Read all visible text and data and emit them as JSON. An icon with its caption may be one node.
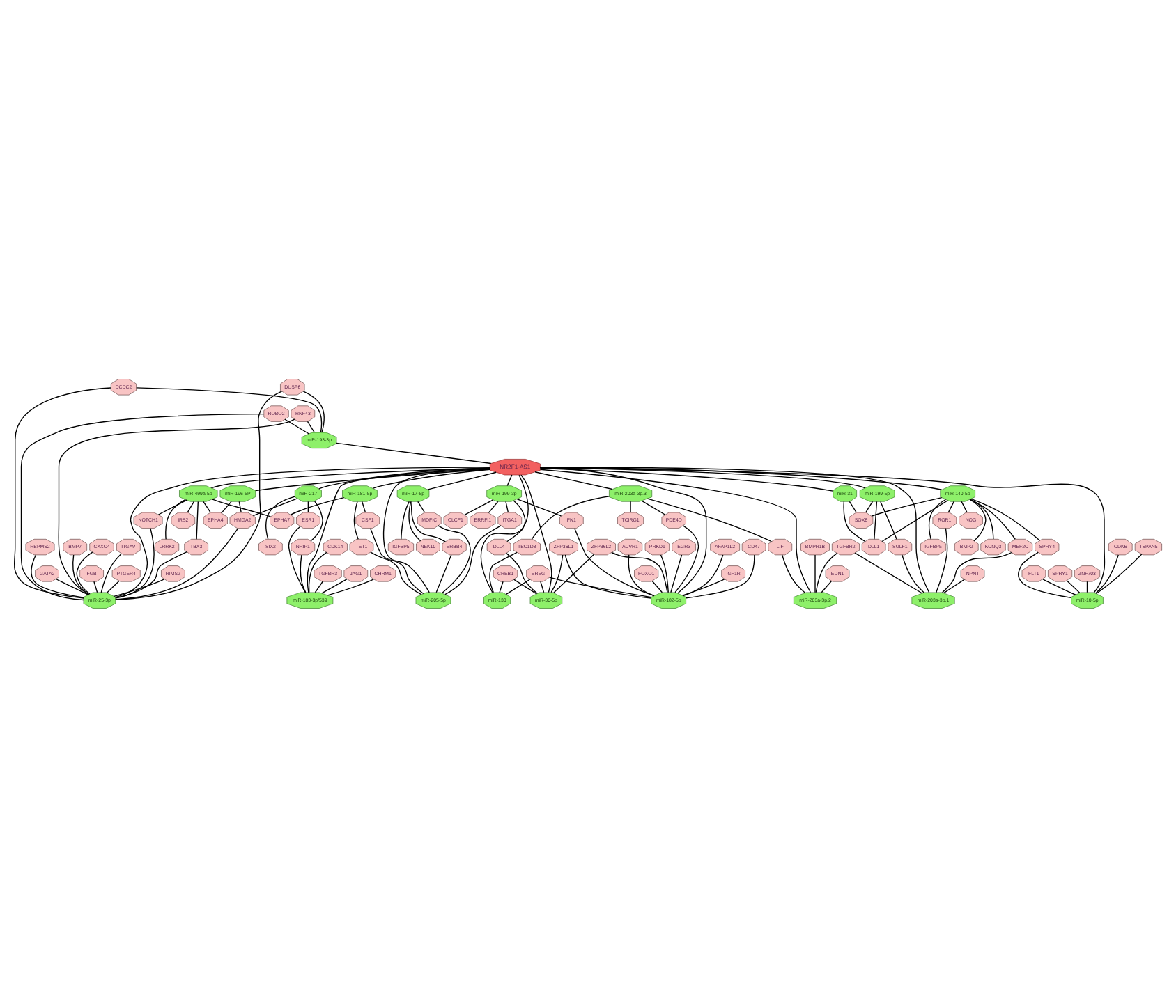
{
  "diagram": {
    "nodes": [
      {
        "text": [
          "NR2F1-AS1"
        ]
      },
      {
        "text": [
          "miR-25-3p"
        ]
      },
      {
        "text": [
          "miR-499a-5p"
        ]
      },
      {
        "text": [
          "miR-205-5p"
        ]
      },
      {
        "text": [
          "miR-199-3p"
        ]
      },
      {
        "text": [
          "miR-182-5p"
        ]
      },
      {
        "text": [
          "miR-181-5p"
        ]
      },
      {
        "text": [
          "miR-193-3p"
        ]
      },
      {
        "text": [
          "miR-17-5p"
        ]
      },
      {
        "text": [
          "miR-30-5p"
        ]
      },
      {
        "text": [
          "miR-196-5P"
        ]
      },
      {
        "text": [
          "miR-130"
        ]
      },
      {
        "text": [
          "miR-217"
        ]
      },
      {
        "text": [
          "miR-103-3p/539"
        ]
      },
      {
        "text": [
          "miR-203a-3p.3"
        ]
      },
      {
        "text": [
          "miR-203a-3p.2"
        ]
      },
      {
        "text": [
          "miR-199-5p"
        ]
      },
      {
        "text": [
          "miR-10-5p"
        ]
      },
      {
        "text": [
          "miR-31"
        ]
      },
      {
        "text": [
          "miR-203a-3p.1"
        ]
      },
      {
        "text": [
          "miR-140-5p"
        ]
      },
      {
        "text": [
          "ERRFI1"
        ]
      },
      {
        "text": [
          "DLL4"
        ]
      },
      {
        "text": [
          "NEK10"
        ]
      },
      {
        "text": [
          "PTGER4"
        ]
      },
      {
        "text": [
          "NOTCH1"
        ]
      },
      {
        "text": [
          "RBPMS2"
        ]
      },
      {
        "text": [
          "IGFBP5"
        ]
      },
      {
        "text": [
          "ITGA1"
        ]
      },
      {
        "text": [
          "CLCF1"
        ]
      },
      {
        "text": [
          "AFAP1L2"
        ]
      },
      {
        "text": [
          "LRRK2"
        ]
      },
      {
        "text": [
          "GATA2"
        ]
      },
      {
        "text": [
          "FN1"
        ]
      },
      {
        "text": [
          "TET1"
        ]
      },
      {
        "text": [
          "TBX3"
        ]
      },
      {
        "text": [
          "EPHA7"
        ]
      },
      {
        "text": [
          "MDFIC"
        ]
      },
      {
        "text": [
          "BMP7"
        ]
      },
      {
        "text": [
          "CXXC4"
        ]
      },
      {
        "text": [
          "CSF1"
        ]
      },
      {
        "text": [
          "IGF1R"
        ]
      },
      {
        "text": [
          "CD47"
        ]
      },
      {
        "text": [
          "ACVR1"
        ]
      },
      {
        "text": [
          "IRS2"
        ]
      },
      {
        "text": [
          "FGB"
        ]
      },
      {
        "text": [
          "ITGAV"
        ]
      },
      {
        "text": [
          "DCDC2"
        ]
      },
      {
        "text": [
          "ROBO2"
        ]
      },
      {
        "text": [
          "FOXO1"
        ]
      },
      {
        "text": [
          "ZFP36L1"
        ]
      },
      {
        "text": [
          "ERBB4"
        ]
      },
      {
        "text": [
          "EPHA4"
        ]
      },
      {
        "text": [
          "RIMS2"
        ]
      },
      {
        "text": [
          "PRKD1"
        ]
      },
      {
        "text": [
          "ZFP36L2"
        ]
      },
      {
        "text": [
          "RNF43"
        ]
      },
      {
        "text": [
          "EREG"
        ]
      },
      {
        "text": [
          "EGR3"
        ]
      },
      {
        "text": [
          "DUSP6"
        ]
      },
      {
        "text": [
          "CREB1"
        ]
      },
      {
        "text": [
          "HMGA2"
        ]
      },
      {
        "text": [
          "TBC1D8"
        ]
      },
      {
        "text": [
          "LIF"
        ]
      },
      {
        "text": [
          "PDE4D"
        ]
      },
      {
        "text": [
          "TCIRG1"
        ]
      },
      {
        "text": [
          "NRIP1"
        ]
      },
      {
        "text": [
          "SIX2"
        ]
      },
      {
        "text": [
          "TGFBR3"
        ]
      },
      {
        "text": [
          "FLT1"
        ]
      },
      {
        "text": [
          "TGFBR2"
        ]
      },
      {
        "text": [
          "BMPR1B"
        ]
      },
      {
        "text": [
          "ESR1"
        ]
      },
      {
        "text": [
          "JAG1"
        ]
      },
      {
        "text": [
          "SPRY4"
        ]
      },
      {
        "text": [
          "DLL1"
        ]
      },
      {
        "text": [
          "NPNT"
        ]
      },
      {
        "text": [
          "EDN1"
        ]
      },
      {
        "text": [
          "CDK14"
        ]
      },
      {
        "text": [
          "CDK6"
        ]
      },
      {
        "text": [
          "SOX6"
        ]
      },
      {
        "text": [
          "ROR1"
        ]
      },
      {
        "text": [
          "SULF1"
        ]
      },
      {
        "text": [
          "MEF2C"
        ]
      },
      {
        "text": [
          "CHRM1"
        ]
      },
      {
        "text": [
          "SPRY1"
        ]
      },
      {
        "text": [
          "TSPAN5"
        ]
      },
      {
        "text": [
          "BMP2"
        ]
      },
      {
        "text": [
          "ZNF703"
        ]
      },
      {
        "text": [
          "NOG"
        ]
      },
      {
        "text": [
          "KCNQ3"
        ]
      },
      {
        "text": [
          "IGFBP5"
        ]
      }
    ],
    "edges": [
      {
        "from": 1,
        "to": 0,
        "arrow": "none"
      },
      {
        "from": 2,
        "to": 0,
        "arrow": "none"
      },
      {
        "from": 3,
        "to": 0,
        "arrow": "none"
      },
      {
        "from": 4,
        "to": 0,
        "arrow": "none"
      },
      {
        "from": 5,
        "to": 0,
        "arrow": "none"
      },
      {
        "from": 6,
        "to": 0,
        "arrow": "none"
      },
      {
        "from": 7,
        "to": 0,
        "arrow": "none"
      },
      {
        "from": 8,
        "to": 0,
        "arrow": "none"
      },
      {
        "from": 9,
        "to": 0,
        "arrow": "none"
      },
      {
        "from": 10,
        "to": 0,
        "arrow": "none"
      },
      {
        "from": 11,
        "to": 0,
        "arrow": "none"
      },
      {
        "from": 12,
        "to": 0,
        "arrow": "none"
      },
      {
        "from": 13,
        "to": 0,
        "arrow": "none"
      },
      {
        "from": 14,
        "to": 0,
        "arrow": "none"
      },
      {
        "from": 15,
        "to": 0,
        "arrow": "none"
      },
      {
        "from": 16,
        "to": 0,
        "arrow": "none"
      },
      {
        "from": 17,
        "to": 0,
        "arrow": "none"
      },
      {
        "from": 18,
        "to": 0,
        "arrow": "none"
      },
      {
        "from": 19,
        "to": 0,
        "arrow": "none"
      },
      {
        "from": 20,
        "to": 0,
        "arrow": "none"
      },
      {
        "from": 1,
        "to": 45,
        "arrow": "none"
      },
      {
        "from": 1,
        "to": 46,
        "arrow": "none"
      },
      {
        "from": 1,
        "to": 39,
        "arrow": "none"
      },
      {
        "from": 1,
        "to": 26,
        "arrow": "none"
      },
      {
        "from": 1,
        "to": 24,
        "arrow": "none"
      },
      {
        "from": 1,
        "to": 32,
        "arrow": "none"
      },
      {
        "from": 1,
        "to": 25,
        "arrow": "none"
      },
      {
        "from": 1,
        "to": 38,
        "arrow": "none"
      },
      {
        "from": 1,
        "to": 35,
        "arrow": "none"
      },
      {
        "from": 1,
        "to": 47,
        "arrow": "none"
      },
      {
        "from": 1,
        "to": 48,
        "arrow": "none"
      },
      {
        "from": 1,
        "to": 53,
        "arrow": "none"
      },
      {
        "from": 1,
        "to": 59,
        "arrow": "none"
      },
      {
        "from": 1,
        "to": 56,
        "arrow": "none"
      },
      {
        "from": 1,
        "to": 61,
        "arrow": "none"
      },
      {
        "from": 5,
        "to": 33,
        "arrow": "none"
      },
      {
        "from": 5,
        "to": 42,
        "arrow": "none"
      },
      {
        "from": 5,
        "to": 49,
        "arrow": "none"
      },
      {
        "from": 5,
        "to": 54,
        "arrow": "none"
      },
      {
        "from": 5,
        "to": 58,
        "arrow": "none"
      },
      {
        "from": 5,
        "to": 41,
        "arrow": "none"
      },
      {
        "from": 5,
        "to": 43,
        "arrow": "none"
      },
      {
        "from": 5,
        "to": 30,
        "arrow": "none"
      },
      {
        "from": 5,
        "to": 50,
        "arrow": "none"
      },
      {
        "from": 5,
        "to": 55,
        "arrow": "none"
      },
      {
        "from": 5,
        "to": 57,
        "arrow": "none"
      },
      {
        "from": 5,
        "to": 64,
        "arrow": "none"
      },
      {
        "from": 4,
        "to": 21,
        "arrow": "none"
      },
      {
        "from": 4,
        "to": 22,
        "arrow": "none"
      },
      {
        "from": 4,
        "to": 29,
        "arrow": "none"
      },
      {
        "from": 4,
        "to": 28,
        "arrow": "none"
      },
      {
        "from": 4,
        "to": 33,
        "arrow": "none"
      },
      {
        "from": 20,
        "to": 89,
        "arrow": "none"
      },
      {
        "from": 20,
        "to": 91,
        "arrow": "none"
      },
      {
        "from": 20,
        "to": 90,
        "arrow": "none"
      },
      {
        "from": 20,
        "to": 87,
        "arrow": "none"
      },
      {
        "from": 20,
        "to": 83,
        "arrow": "none"
      },
      {
        "from": 20,
        "to": 81,
        "arrow": "none"
      },
      {
        "from": 20,
        "to": 75,
        "arrow": "none"
      },
      {
        "from": 20,
        "to": 80,
        "arrow": "none"
      },
      {
        "from": 20,
        "to": 74,
        "arrow": "none"
      },
      {
        "from": 12,
        "to": 61,
        "arrow": "none"
      },
      {
        "from": 12,
        "to": 66,
        "arrow": "none"
      },
      {
        "from": 12,
        "to": 67,
        "arrow": "none"
      },
      {
        "from": 12,
        "to": 72,
        "arrow": "none"
      },
      {
        "from": 13,
        "to": 72,
        "arrow": "none"
      },
      {
        "from": 13,
        "to": 73,
        "arrow": "none"
      },
      {
        "from": 13,
        "to": 78,
        "arrow": "none"
      },
      {
        "from": 13,
        "to": 68,
        "arrow": "none"
      },
      {
        "from": 13,
        "to": 84,
        "arrow": "none"
      },
      {
        "from": 13,
        "to": 66,
        "arrow": "none"
      },
      {
        "from": 17,
        "to": 69,
        "arrow": "none"
      },
      {
        "from": 17,
        "to": 79,
        "arrow": "none"
      },
      {
        "from": 17,
        "to": 86,
        "arrow": "none"
      },
      {
        "from": 17,
        "to": 85,
        "arrow": "none"
      },
      {
        "from": 17,
        "to": 88,
        "arrow": "none"
      },
      {
        "from": 17,
        "to": 74,
        "arrow": "none"
      },
      {
        "from": 2,
        "to": 31,
        "arrow": "none"
      },
      {
        "from": 2,
        "to": 36,
        "arrow": "none"
      },
      {
        "from": 2,
        "to": 44,
        "arrow": "none"
      },
      {
        "from": 2,
        "to": 35,
        "arrow": "none"
      },
      {
        "from": 2,
        "to": 25,
        "arrow": "none"
      },
      {
        "from": 2,
        "to": 52,
        "arrow": "none"
      },
      {
        "from": 3,
        "to": 34,
        "arrow": "none"
      },
      {
        "from": 3,
        "to": 28,
        "arrow": "none"
      },
      {
        "from": 3,
        "to": 40,
        "arrow": "none"
      },
      {
        "from": 3,
        "to": 51,
        "arrow": "none"
      },
      {
        "from": 3,
        "to": 37,
        "arrow": "none"
      },
      {
        "from": 6,
        "to": 36,
        "arrow": "none"
      },
      {
        "from": 6,
        "to": 34,
        "arrow": "none"
      },
      {
        "from": 6,
        "to": 40,
        "arrow": "none"
      },
      {
        "from": 8,
        "to": 27,
        "arrow": "none"
      },
      {
        "from": 8,
        "to": 23,
        "arrow": "none"
      },
      {
        "from": 8,
        "to": 37,
        "arrow": "none"
      },
      {
        "from": 8,
        "to": 51,
        "arrow": "none"
      },
      {
        "from": 9,
        "to": 55,
        "arrow": "none"
      },
      {
        "from": 9,
        "to": 50,
        "arrow": "none"
      },
      {
        "from": 9,
        "to": 57,
        "arrow": "none"
      },
      {
        "from": 9,
        "to": 60,
        "arrow": "none"
      },
      {
        "from": 9,
        "to": 22,
        "arrow": "none"
      },
      {
        "from": 7,
        "to": 56,
        "arrow": "none"
      },
      {
        "from": 7,
        "to": 47,
        "arrow": "none"
      },
      {
        "from": 7,
        "to": 59,
        "arrow": "none"
      },
      {
        "from": 7,
        "to": 48,
        "arrow": "none"
      },
      {
        "from": 10,
        "to": 61,
        "arrow": "none"
      },
      {
        "from": 10,
        "to": 52,
        "arrow": "none"
      },
      {
        "from": 11,
        "to": 60,
        "arrow": "none"
      },
      {
        "from": 11,
        "to": 62,
        "arrow": "none"
      },
      {
        "from": 11,
        "to": 57,
        "arrow": "none"
      },
      {
        "from": 14,
        "to": 62,
        "arrow": "none"
      },
      {
        "from": 14,
        "to": 64,
        "arrow": "none"
      },
      {
        "from": 14,
        "to": 65,
        "arrow": "none"
      },
      {
        "from": 14,
        "to": 63,
        "arrow": "none"
      },
      {
        "from": 15,
        "to": 63,
        "arrow": "none"
      },
      {
        "from": 15,
        "to": 71,
        "arrow": "none"
      },
      {
        "from": 15,
        "to": 77,
        "arrow": "none"
      },
      {
        "from": 15,
        "to": 70,
        "arrow": "none"
      },
      {
        "from": 19,
        "to": 70,
        "arrow": "none"
      },
      {
        "from": 19,
        "to": 82,
        "arrow": "none"
      },
      {
        "from": 19,
        "to": 76,
        "arrow": "none"
      },
      {
        "from": 19,
        "to": 81,
        "arrow": "none"
      },
      {
        "from": 19,
        "to": 83,
        "arrow": "none"
      },
      {
        "from": 16,
        "to": 75,
        "arrow": "none"
      },
      {
        "from": 16,
        "to": 80,
        "arrow": "none"
      },
      {
        "from": 16,
        "to": 82,
        "arrow": "none"
      },
      {
        "from": 18,
        "to": 75,
        "arrow": "none"
      },
      {
        "from": 18,
        "to": 80,
        "arrow": "none"
      }
    ]
  }
}
